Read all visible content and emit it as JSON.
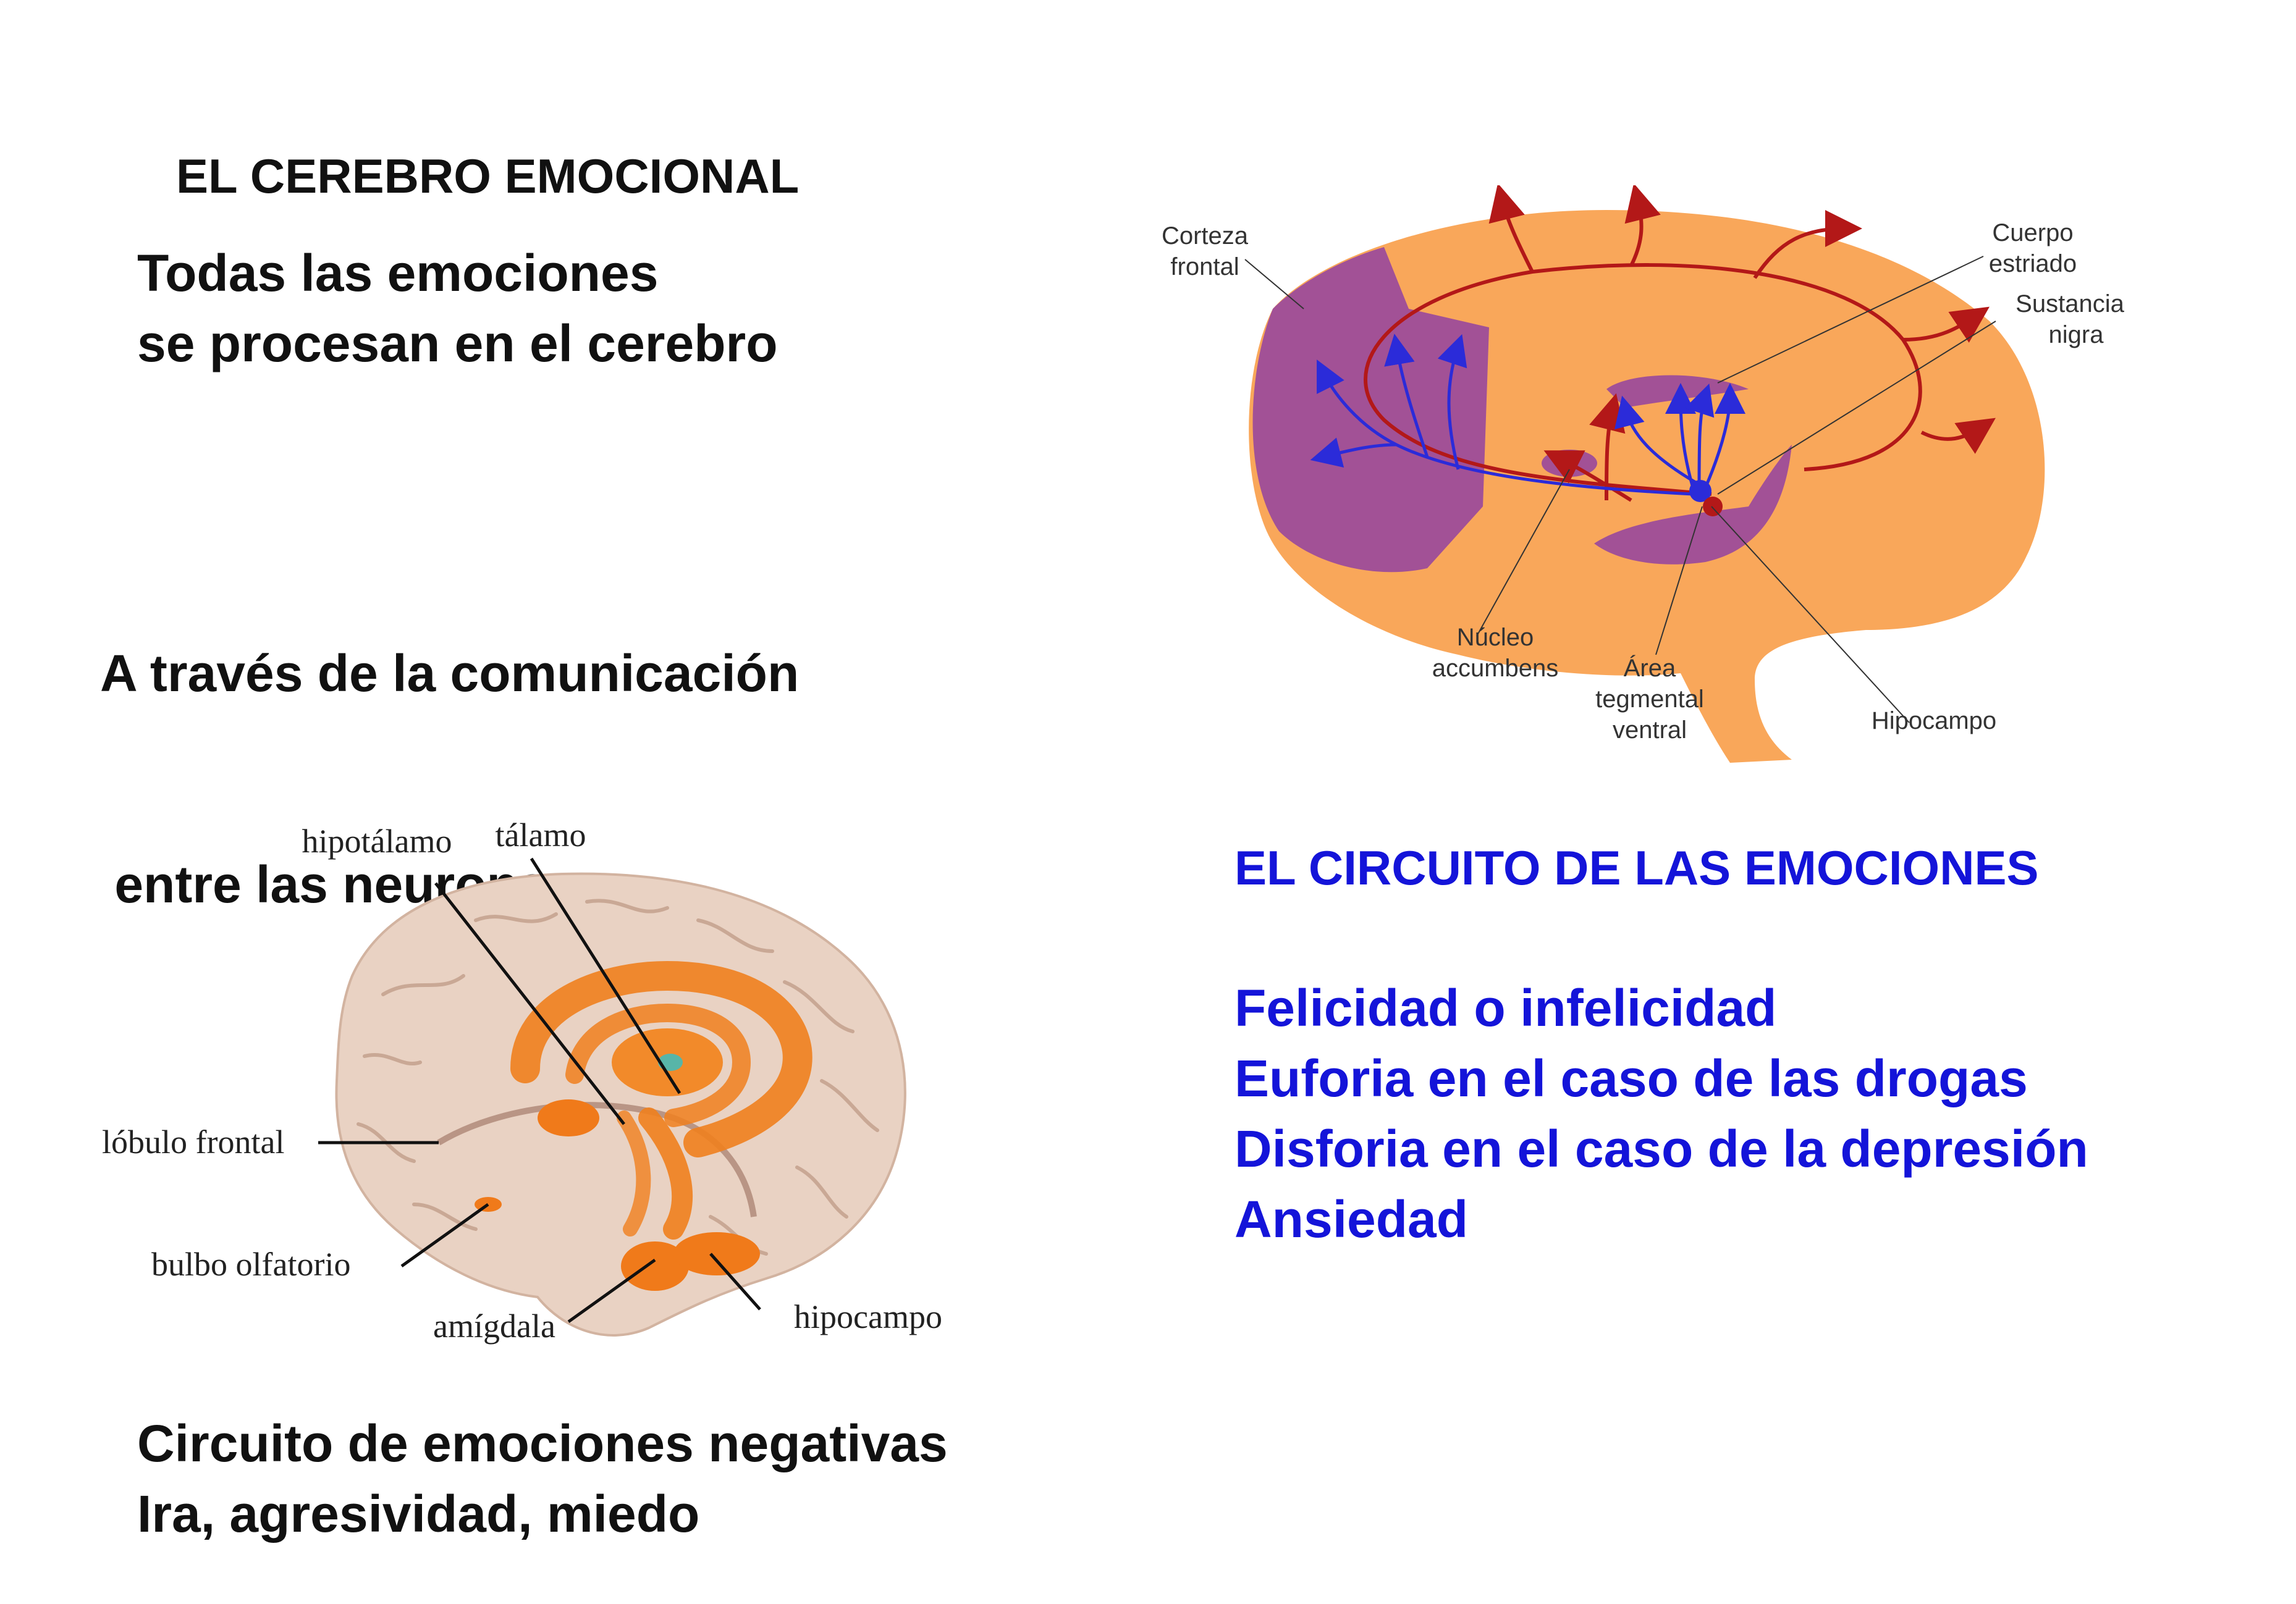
{
  "left": {
    "title": "EL CEREBRO EMOCIONAL",
    "intro": [
      "Todas las emociones",
      "se procesan en el cerebro"
    ],
    "comm": [
      "A través de la comunicación",
      " entre las neuronas"
    ],
    "negative": [
      "Circuito de emociones negativas",
      "Ira, agresividad, miedo"
    ]
  },
  "right": {
    "title": "EL CIRCUITO DE LAS EMOCIONES",
    "items": [
      "Felicidad o infelicidad",
      "Euforia en el caso de las drogas",
      "Disforia en el caso de la depresión",
      "Ansiedad"
    ]
  },
  "diagram_top": {
    "labels": {
      "corteza": [
        "Corteza",
        "frontal"
      ],
      "cuerpo": [
        "Cuerpo",
        "estriado"
      ],
      "sustancia": [
        "Sustancia",
        "nigra"
      ],
      "nucleo": [
        "Núcleo",
        "accumbens"
      ],
      "area": [
        "Área",
        "tegmental",
        "ventral"
      ],
      "hipocampo": "Hipocampo"
    },
    "colors": {
      "brain": "#f9a75a",
      "region": "#a25196",
      "dopamine": "#b31818",
      "serotonin": "#2b2bd9"
    }
  },
  "diagram_bottom": {
    "labels": {
      "talamo": "tálamo",
      "hipotalamo": "hipotálamo",
      "lobulo": "lóbulo frontal",
      "bulbo": "bulbo olfatorio",
      "amigdala": "amígdala",
      "hipocampo": "hipocampo"
    },
    "colors": {
      "brain": "#e9d2c3",
      "limbic": "#f0801e"
    }
  }
}
